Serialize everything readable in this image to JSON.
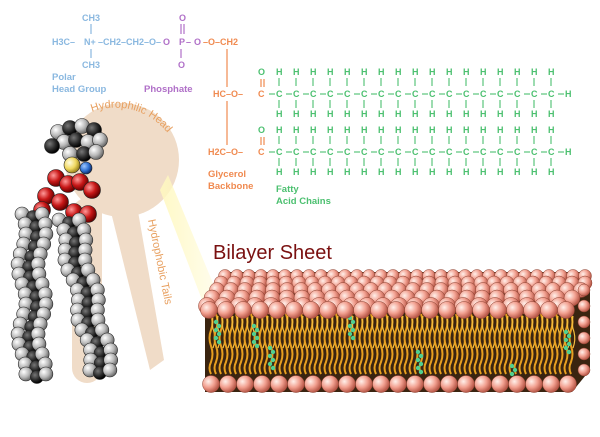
{
  "colors": {
    "head_group": "#8ab8e0",
    "phosphate": "#b070c8",
    "glycerol": "#f08a50",
    "fatty": "#4cc070",
    "title": "#7a1010",
    "label_curve": "#e8a060",
    "bilayer_head": "#f2a090",
    "bilayer_tail": "#e8a020",
    "silhouette": "#f0dcc8"
  },
  "formula": {
    "head": {
      "ch3_top": "CH3",
      "ch3_bottom": "CH3",
      "h3c": "H3C–",
      "n": "N+",
      "chain": "–CH2–CH2–O–"
    },
    "phosphate": {
      "p": "P",
      "o_top": "O",
      "o_bottom": "O",
      "o_left": "O",
      "o_right": "O"
    },
    "glycerol": {
      "top": "–O–CH2",
      "middle": "HC–O–",
      "bottom": "H2C–O–"
    },
    "fatty": {
      "c": "C",
      "h": "H",
      "o": "O"
    }
  },
  "labels": {
    "polar_head_line1": "Polar",
    "polar_head_line2": "Head Group",
    "phosphate": "Phosphate",
    "glycerol_line1": "Glycerol",
    "glycerol_line2": "Backbone",
    "fatty_line1": "Fatty",
    "fatty_line2": "Acid Chains",
    "hydrophilic": "Hydrophilic Head",
    "hydrophobic": "Hydrophobic Tails",
    "bilayer_title": "Bilayer Sheet"
  },
  "icons": {
    "molecule": "space-filling-phospholipid-model",
    "bilayer": "lipid-bilayer-sheet"
  }
}
